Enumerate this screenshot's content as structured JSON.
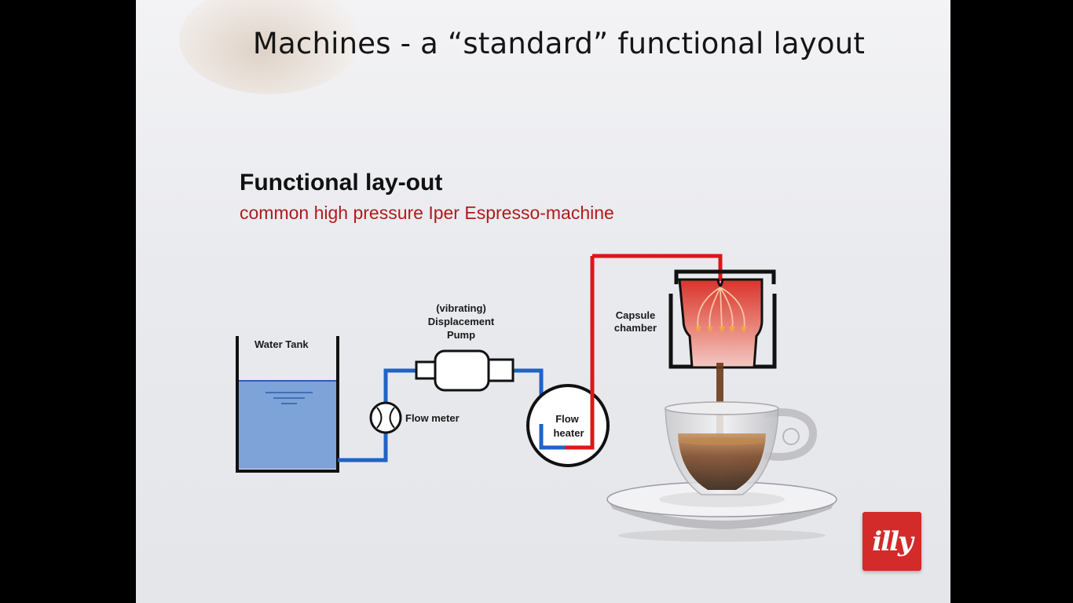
{
  "slide": {
    "title": "Machines - a “standard” functional layout",
    "heading": "Functional lay-out",
    "subheading": "common high pressure Iper Espresso-machine"
  },
  "diagram": {
    "labels": {
      "water_tank": "Water Tank",
      "flow_meter": "Flow meter",
      "pump_line1": "(vibrating)",
      "pump_line2": "Displacement",
      "pump_line3": "Pump",
      "heater_line1": "Flow",
      "heater_line2": "heater",
      "capsule_line1": "Capsule",
      "capsule_line2": "chamber"
    },
    "colors": {
      "cold_water": "#1f63c6",
      "hot_water": "#e0141a",
      "tank_fill": "#7da3d8",
      "coffee": "#6b3a1a"
    }
  },
  "logo": {
    "text": "illy",
    "color": "#d32a2a"
  }
}
